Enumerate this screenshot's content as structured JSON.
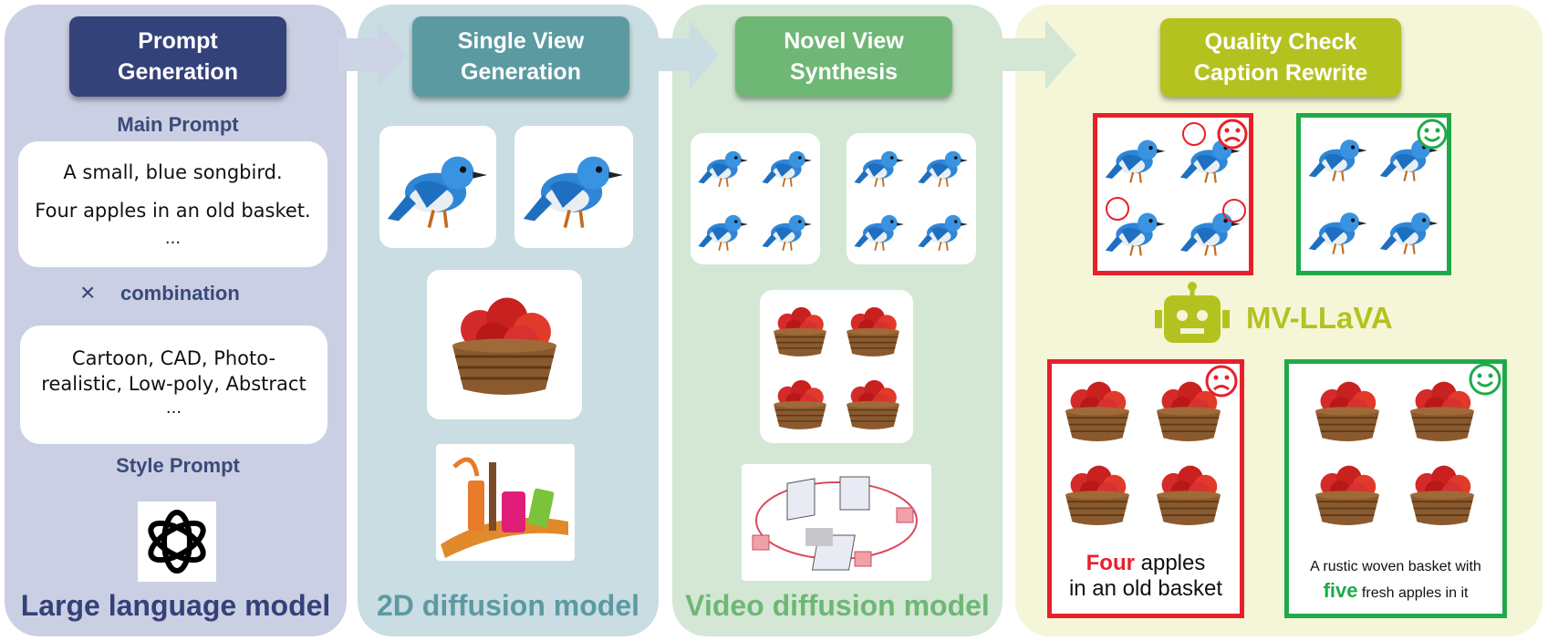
{
  "colors": {
    "panel1": "#cbcfe3",
    "panel2": "#c9dde3",
    "panel3": "#d4e7d5",
    "panel4": "#f5f6d8",
    "header1": "#34427a",
    "header2": "#5c9aa1",
    "header3": "#6eb775",
    "header4": "#b4c220",
    "bad": "#e8202a",
    "good": "#1faa4a",
    "navy": "#34427a"
  },
  "stage1": {
    "header": "Prompt\nGeneration",
    "main_label": "Main Prompt",
    "main_lines": [
      "A small, blue songbird.",
      "Four apples in an old basket.",
      "..."
    ],
    "combo_symbol": "×",
    "combo_label": "combination",
    "style_lines": [
      "Cartoon, CAD, Photo-",
      "realistic, Low-poly, Abstract",
      "..."
    ],
    "style_label": "Style Prompt",
    "logo_icon": "openai-logo-icon",
    "footer": "Large language model"
  },
  "stage2": {
    "header": "Single View\nGeneration",
    "footer": "2D diffusion model"
  },
  "stage3": {
    "header": "Novel View\nSynthesis",
    "footer": "Video diffusion model"
  },
  "stage4": {
    "header": "Quality Check\nCaption Rewrite",
    "robot_label": "MV-LLaVA",
    "bad_caption_highlight": "Four",
    "bad_caption_rest1": " apples",
    "bad_caption_line2": "in an old basket",
    "good_caption_line1": "A rustic woven basket with",
    "good_caption_highlight": "five",
    "good_caption_rest": " fresh apples in it"
  }
}
